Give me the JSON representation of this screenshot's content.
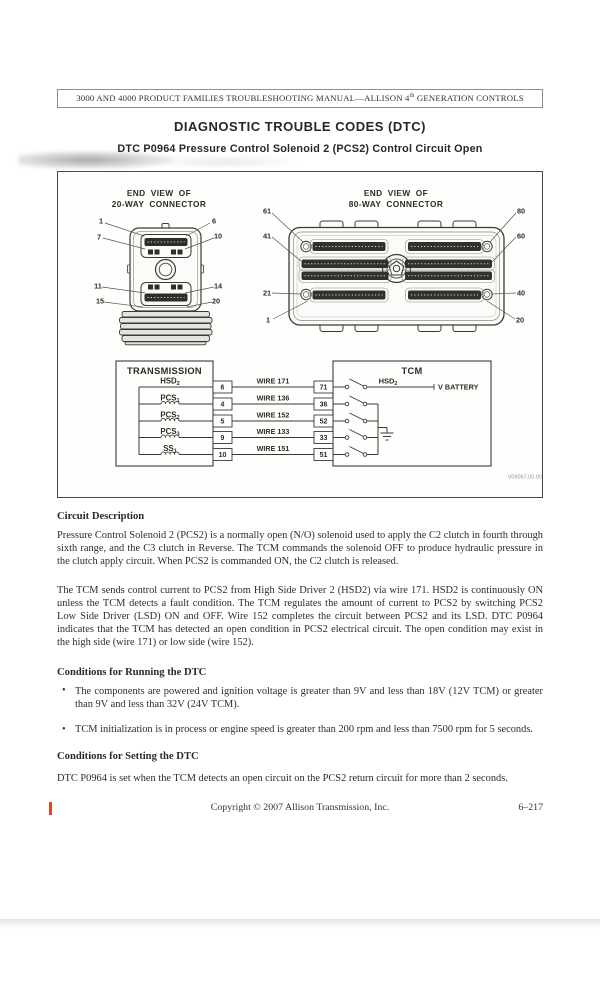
{
  "banner": {
    "pre": "3000 AND 4000 PRODUCT FAMILIES TROUBLESHOOTING MANUAL—ALLISON 4",
    "sup": "th",
    "post": " GENERATION CONTROLS"
  },
  "title": "DIAGNOSTIC TROUBLE CODES (DTC)",
  "subtitle": "DTC P0964 Pressure Control Solenoid 2 (PCS2) Control Circuit Open",
  "diagram": {
    "connector20": {
      "title1": "END VIEW OF",
      "title2": "20-WAY CONNECTOR",
      "callouts_left": [
        "1",
        "7",
        "11",
        "15"
      ],
      "callouts_right": [
        "6",
        "10",
        "14",
        "20"
      ]
    },
    "connector80": {
      "title1": "END VIEW OF",
      "title2": "80-WAY CONNECTOR",
      "callouts_left": [
        "61",
        "41",
        "21",
        "1"
      ],
      "callouts_right": [
        "80",
        "60",
        "40",
        "20"
      ]
    },
    "schematic": {
      "transmission_label": "TRANSMISSION",
      "tcm_label": "TCM",
      "tcm_hsd": {
        "main": "HSD",
        "sub": "2"
      },
      "v_battery": "V BATTERY",
      "rows": [
        {
          "device": "HSD",
          "sub": "2",
          "coil": false,
          "trans_pin": "6",
          "wire": "WIRE 171",
          "tcm_pin": "71"
        },
        {
          "device": "PCS",
          "sub": "1",
          "coil": true,
          "trans_pin": "4",
          "wire": "WIRE 136",
          "tcm_pin": "36"
        },
        {
          "device": "PCS",
          "sub": "2",
          "coil": true,
          "trans_pin": "5",
          "wire": "WIRE 152",
          "tcm_pin": "52"
        },
        {
          "device": "PCS",
          "sub": "3",
          "coil": true,
          "trans_pin": "9",
          "wire": "WIRE 133",
          "tcm_pin": "33"
        },
        {
          "device": "SS",
          "sub": "1",
          "coil": true,
          "trans_pin": "10",
          "wire": "WIRE 151",
          "tcm_pin": "51"
        }
      ]
    },
    "drawing_code": "V09067.00.00"
  },
  "sections": {
    "circuit_description": {
      "heading": "Circuit Description",
      "p1": "Pressure Control Solenoid 2 (PCS2) is a normally open (N/O) solenoid used to apply the C2 clutch in fourth through sixth range, and the C3 clutch in Reverse. The TCM commands the solenoid OFF to produce hydraulic pressure in the clutch apply circuit. When PCS2 is commanded ON, the C2 clutch is released.",
      "p2": "The TCM sends control current to PCS2 from High Side Driver 2 (HSD2) via wire 171. HSD2 is continuously ON unless the TCM detects a fault condition. The TCM regulates the amount of current to PCS2 by switching PCS2 Low Side Driver (LSD) ON and OFF. Wire 152 completes the circuit between PCS2 and its LSD. DTC P0964 indicates that the TCM has detected an open condition in PCS2 electrical circuit. The open condition may exist in the high side (wire 171) or low side (wire 152)."
    },
    "running": {
      "heading": "Conditions for Running the DTC",
      "bullet_marker": "•",
      "bullets": [
        "The components are powered and ignition voltage is greater than 9V and less than 18V (12V TCM) or greater than 9V and less than 32V (24V TCM).",
        "TCM initialization is in process or engine speed is greater than 200 rpm and less than 7500 rpm for 5 seconds."
      ]
    },
    "setting": {
      "heading": "Conditions for Setting the DTC",
      "p1": "DTC P0964 is set when the TCM detects an open circuit on the PCS2 return circuit for more than 2 seconds."
    }
  },
  "footer": {
    "copyright": "Copyright © 2007 Allison Transmission, Inc.",
    "page_number": "6–217"
  },
  "colors": {
    "change_bar": "#e7432b",
    "line_dark": "#3a3a34",
    "text": "#2d2d29"
  }
}
